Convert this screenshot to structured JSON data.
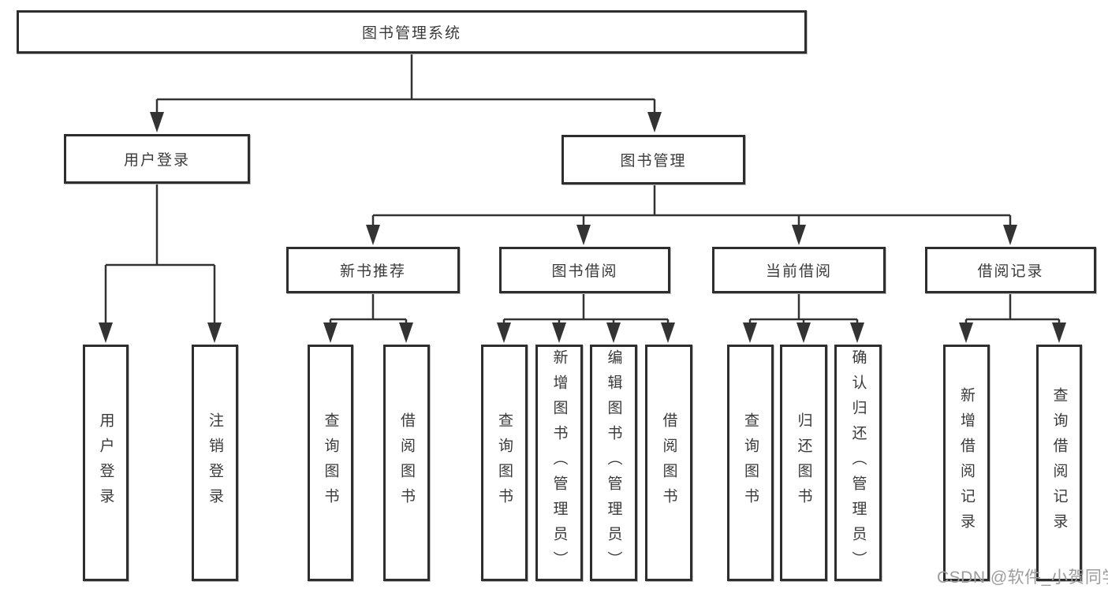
{
  "nodes": {
    "root": "图书管理系统",
    "level2": [
      "用户登录",
      "图书管理"
    ],
    "level3": [
      "新书推荐",
      "图书借阅",
      "当前借阅",
      "借阅记录"
    ],
    "leaves": [
      "用户登录",
      "注销登录",
      "查询图书",
      "借阅图书",
      "查询图书",
      "新增图书（管理员）",
      "编辑图书（管理员）",
      "借阅图书",
      "查询图书",
      "归还图书",
      "确认归还（管理员）",
      "新增借阅记录",
      "查询借阅记录"
    ]
  },
  "watermark": "CSDN @软件_小贺同学",
  "colors": {
    "line": "#333333",
    "box_border": "#2e2e2e",
    "text": "#3a3a3a",
    "watermark": "#9c9c9c",
    "background": "#ffffff"
  }
}
